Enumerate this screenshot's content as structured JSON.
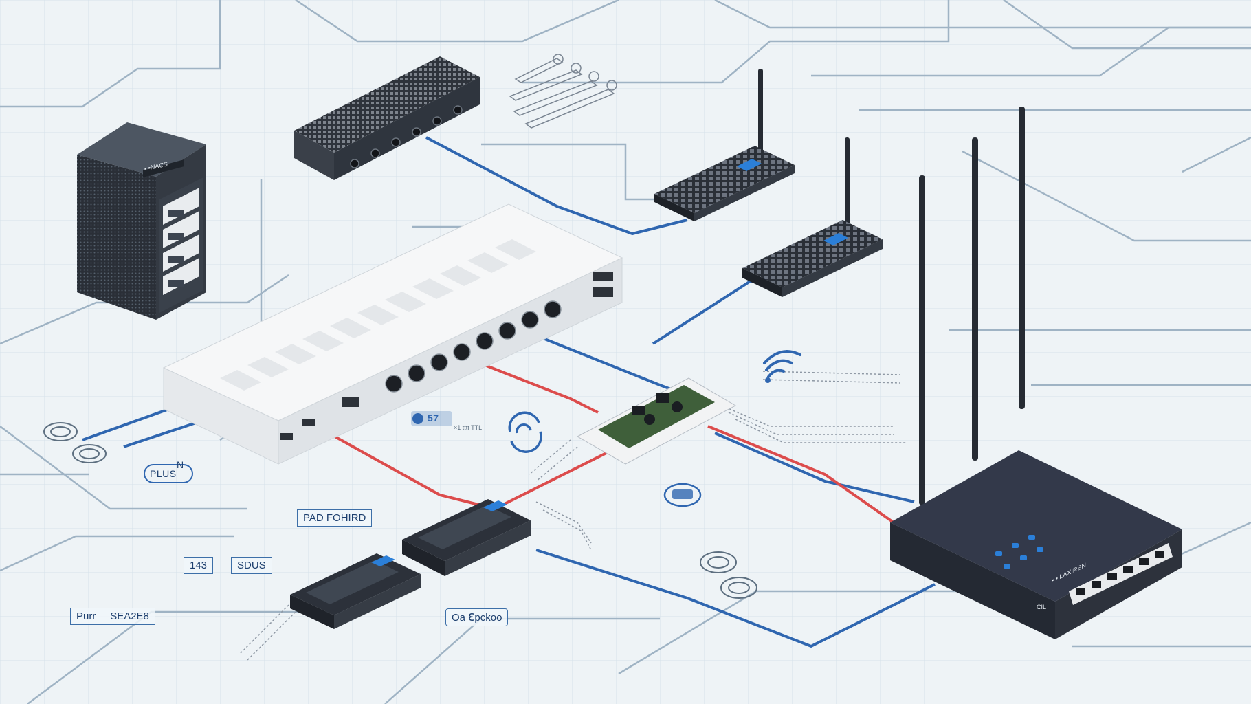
{
  "labels": {
    "pad_forward": "PAD FOHIRD",
    "num_143": "143",
    "sdus": "SDUS",
    "port": "Purr",
    "sea": "SEA2E8",
    "oa_speckoo": "Oa ℇpckoo",
    "plus": "PLUS",
    "plus_mark": "N",
    "server_tag": "▪ ▪NACS",
    "badge_57": "57",
    "subtitle": "×1 tttt TTL",
    "router_cil": "CIL",
    "router_brand": "▪ ▪ LAXIREN"
  },
  "colors": {
    "background": "#eef3f6",
    "grid_line": "#c6d6e2",
    "trace_gray": "#8fa4b6",
    "cable_blue": "#2f66b0",
    "cable_red": "#dc4c4c",
    "device_dark": "#2c313a",
    "device_white": "#f4f5f6",
    "led_blue": "#2b7fd8",
    "pcb_green": "#3f5f3a"
  },
  "icons": [
    "wifi-icon",
    "circular-arrows-icon",
    "gear-badge-icon",
    "coil-icon"
  ]
}
